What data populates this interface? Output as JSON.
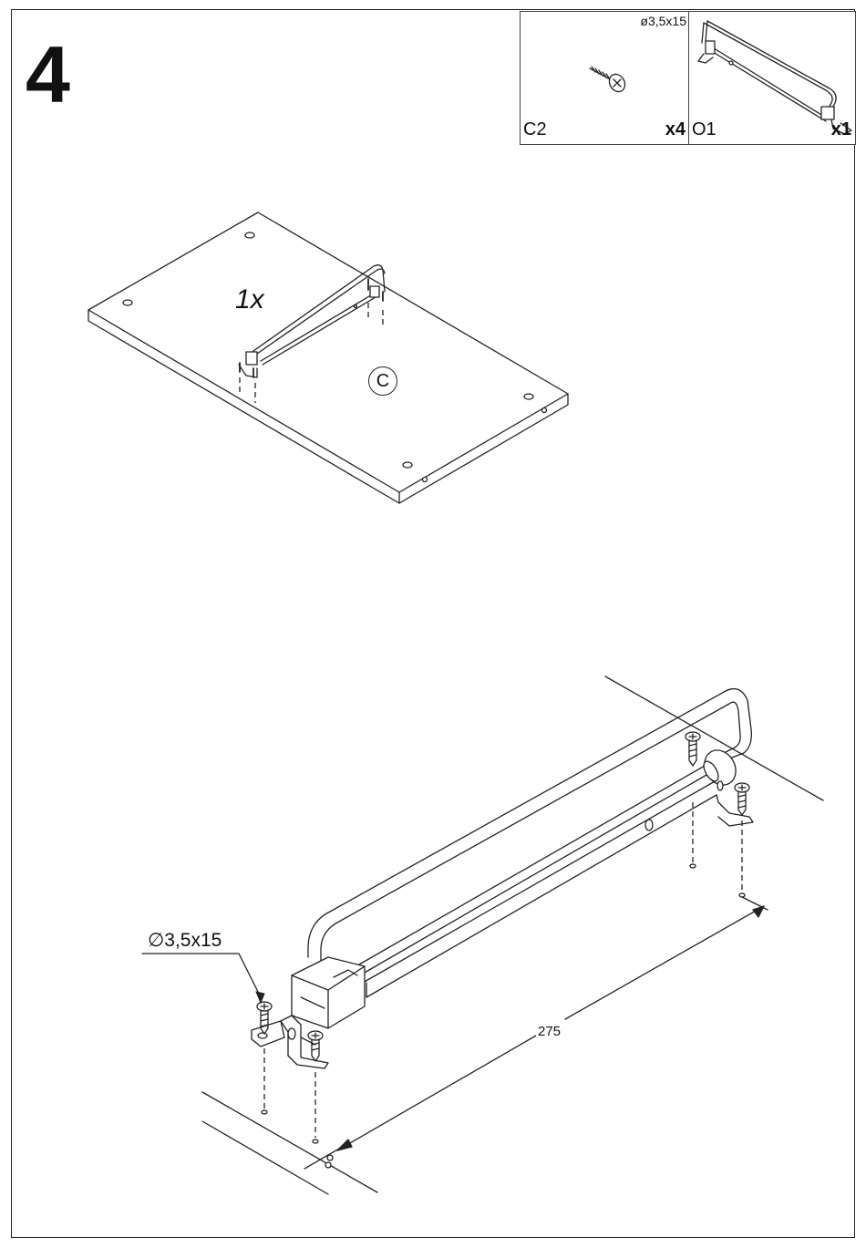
{
  "step": {
    "number": "4"
  },
  "parts": [
    {
      "code": "C2",
      "quantity": "x4",
      "spec": "ø3,5x15",
      "icon": "screw-icon"
    },
    {
      "code": "O1",
      "quantity": "x1",
      "icon": "clothes-rail-icon"
    }
  ],
  "overview": {
    "quantity_label": "1x",
    "panel_label": "C"
  },
  "detail": {
    "screw_callout": "∅3,5x15",
    "dimension": "275"
  },
  "colors": {
    "line": "#222222",
    "background": "#ffffff"
  }
}
